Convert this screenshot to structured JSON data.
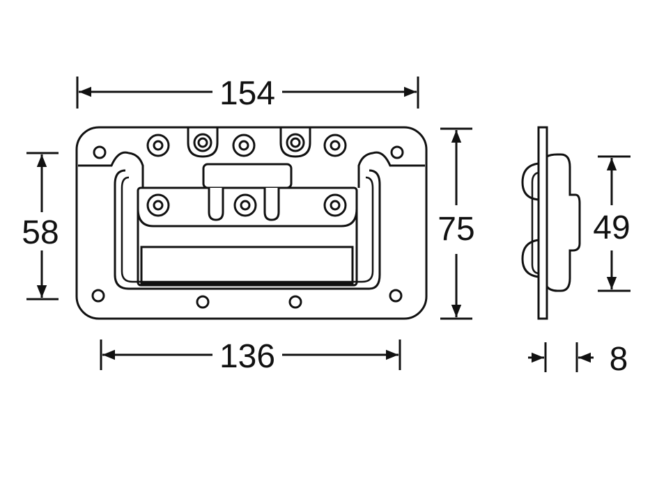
{
  "title": "Recessed handle dimension drawing",
  "dimensions": {
    "overall_width": "154",
    "hole_spacing_width": "136",
    "overall_height": "75",
    "hole_spacing_height": "58",
    "side_height": "49",
    "depth": "8"
  },
  "colors": {
    "line": "#111111",
    "background": "#ffffff"
  }
}
